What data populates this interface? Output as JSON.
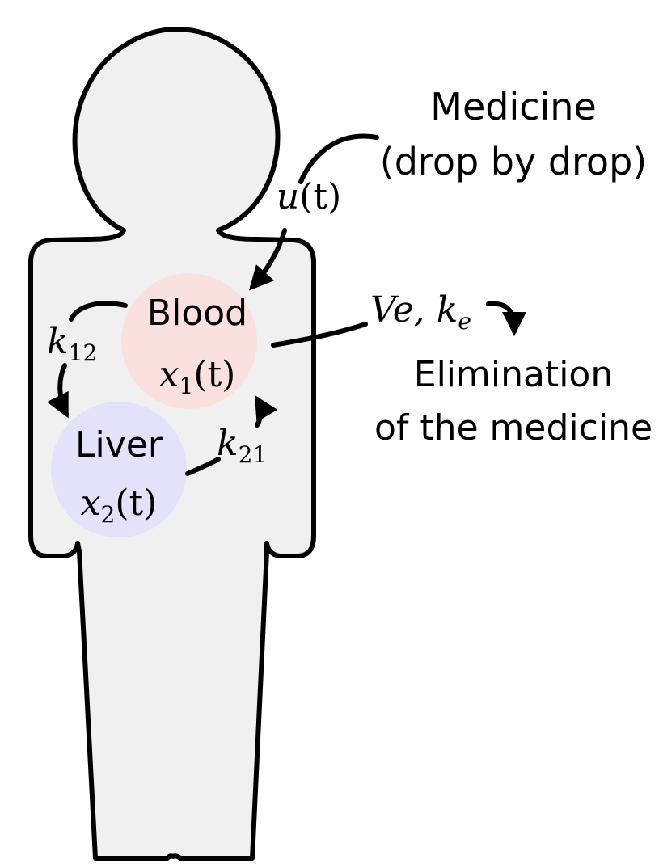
{
  "colors": {
    "body_fill": "#f0f0f0",
    "outline": "#000000",
    "blood_fill": "#fbe0e0",
    "liver_fill": "#e2e2fb"
  },
  "medicine": {
    "line1": "Medicine",
    "line2": "(drop by drop)"
  },
  "input": {
    "symbol": "u",
    "arg": "(t)"
  },
  "blood": {
    "name": "Blood",
    "var": "x",
    "sub": "1",
    "arg": "(t)"
  },
  "liver": {
    "name": "Liver",
    "var": "x",
    "sub": "2",
    "arg": "(t)"
  },
  "rates": {
    "k12": {
      "symbol": "k",
      "sub": "12"
    },
    "k21": {
      "symbol": "k",
      "sub": "21"
    },
    "ke": {
      "prefix": "Ve, ",
      "symbol": "k",
      "sub": "e"
    }
  },
  "elimination": {
    "line1": "Elimination",
    "line2": "of the medicine"
  },
  "icons": {
    "body": "human-silhouette-icon",
    "arrows": "curved-arrow-icon"
  }
}
